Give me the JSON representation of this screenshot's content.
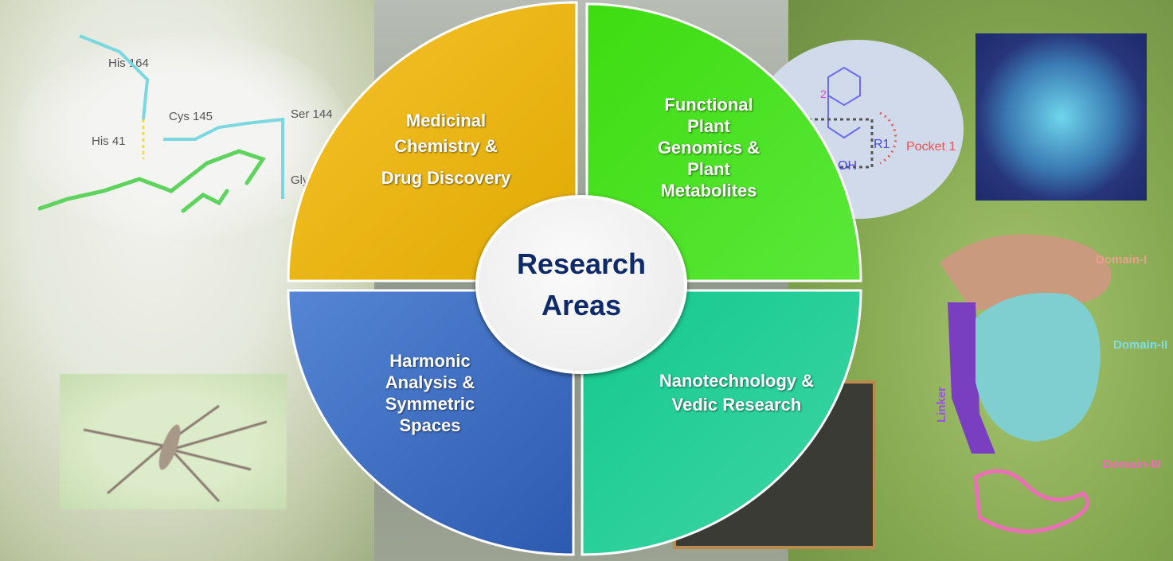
{
  "title": "Research Areas",
  "center": {
    "line1": "Research",
    "line2": "Areas"
  },
  "quadrants": [
    {
      "lines": [
        "Medicinal",
        "Chemistry &",
        "Drug Discovery"
      ],
      "color": "#f0b400"
    },
    {
      "lines": [
        "Functional",
        "Plant",
        "Genomics &",
        "Plant",
        "Metabolites"
      ],
      "color": "#44dd1a"
    },
    {
      "lines": [
        "Harmonic",
        "Analysis &",
        "Symmetric",
        "Spaces"
      ],
      "color": "#3a66bd"
    },
    {
      "lines": [
        "Nanotechnology &",
        "Vedic Research"
      ],
      "color": "#20c98f"
    }
  ],
  "background_labels": {
    "residues": [
      "His 164",
      "Cys 145",
      "His 41",
      "Ser 144",
      "Gly"
    ],
    "chem": {
      "pocket": "Pocket 1",
      "r1": "R1",
      "oh": "OH",
      "pocket2_fragment": "2"
    },
    "protein": {
      "domain1": "Domain-I",
      "domain2": "Domain-II",
      "linker": "Linker",
      "domain3": "Domain-III"
    }
  }
}
